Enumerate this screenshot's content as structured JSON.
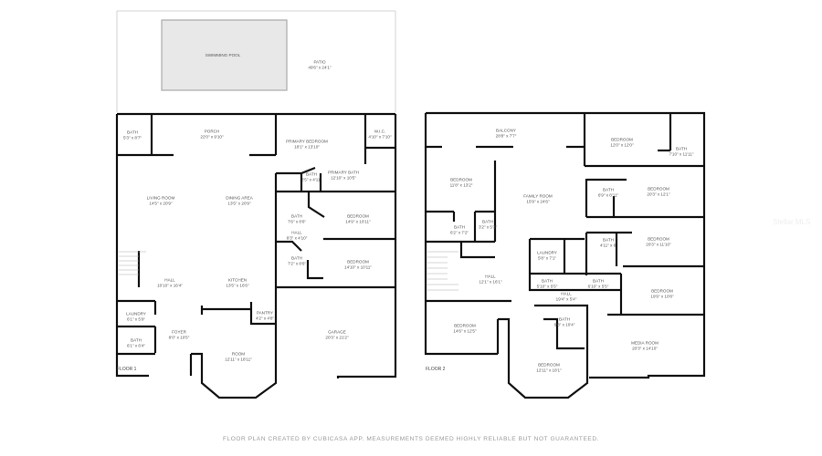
{
  "floor1": {
    "label": "FLOOR 1",
    "outdoor": [
      {
        "name": "SWIMMING POOL",
        "dim": ""
      },
      {
        "name": "PATIO",
        "dim": "49'6\" x 24'1\""
      }
    ],
    "rooms": [
      {
        "name": "BATH",
        "dim": "5'3\" x 8'7\""
      },
      {
        "name": "PORCH",
        "dim": "22'0\" x 9'10\""
      },
      {
        "name": "PRIMARY BEDROOM",
        "dim": "18'1\" x 13'10\""
      },
      {
        "name": "W.I.C.",
        "dim": "4'10\" x 7'10\""
      },
      {
        "name": "BATH",
        "dim": "2'5\" x 4'11\""
      },
      {
        "name": "PRIMARY BATH",
        "dim": "12'10\" x 10'5\""
      },
      {
        "name": "LIVING ROOM",
        "dim": "14'5\" x 20'9\""
      },
      {
        "name": "DINING AREA",
        "dim": "13'5\" x 20'9\""
      },
      {
        "name": "BATH",
        "dim": "7'6\" x 8'6\""
      },
      {
        "name": "BEDROOM",
        "dim": "14'9\" x 10'11\""
      },
      {
        "name": "HALL",
        "dim": "8'3\" x 4'10\""
      },
      {
        "name": "BATH",
        "dim": "7'2\" x 8'6\""
      },
      {
        "name": "BEDROOM",
        "dim": "14'10\" x 10'11\""
      },
      {
        "name": "HALL",
        "dim": "10'10\" x 16'4\""
      },
      {
        "name": "KITCHEN",
        "dim": "13'5\" x 16'6\""
      },
      {
        "name": "LAUNDRY",
        "dim": "6'1\" x 5'9\""
      },
      {
        "name": "PANTRY",
        "dim": "4'2\" x 4'8\""
      },
      {
        "name": "FOYER",
        "dim": "8'0\" x 10'5\""
      },
      {
        "name": "GARAGE",
        "dim": "20'3\" x 21'2\""
      },
      {
        "name": "BATH",
        "dim": "6'1\" x 6'4\""
      },
      {
        "name": "ROOM",
        "dim": "12'11\" x 18'11\""
      }
    ]
  },
  "floor2": {
    "label": "FLOOR 2",
    "rooms": [
      {
        "name": "BALCONY",
        "dim": "28'8\" x 7'7\""
      },
      {
        "name": "BEDROOM",
        "dim": "12'0\" x 12'0\""
      },
      {
        "name": "BATH",
        "dim": "7'10\" x 11'11\""
      },
      {
        "name": "BEDROOM",
        "dim": "11'8\" x 13'2\""
      },
      {
        "name": "FAMILY ROOM",
        "dim": "15'9\" x 24'6\""
      },
      {
        "name": "BATH",
        "dim": "6'9\" x 8'11\""
      },
      {
        "name": "BEDROOM",
        "dim": "20'3\" x 12'1\""
      },
      {
        "name": "BATH",
        "dim": "3'2\" x 5'3\""
      },
      {
        "name": "BATH",
        "dim": "6'2\" x 7'2\""
      },
      {
        "name": "LAUNDRY",
        "dim": "5'8\" x 7'1\""
      },
      {
        "name": "BATH",
        "dim": "4'11\" x 8'"
      },
      {
        "name": "BEDROOM",
        "dim": "20'3\" x 11'10\""
      },
      {
        "name": "HALL",
        "dim": "12'1\" x 16'1\""
      },
      {
        "name": "BATH",
        "dim": "5'10\" x 5'5\""
      },
      {
        "name": "BATH",
        "dim": "6'10\" x 5'5\""
      },
      {
        "name": "HALL",
        "dim": "19'4\" x 5'4\""
      },
      {
        "name": "BEDROOM",
        "dim": "19'9\" x 10'8\""
      },
      {
        "name": "BATH",
        "dim": "6'8\" x 10'4\""
      },
      {
        "name": "BEDROOM",
        "dim": "14'6\" x 12'5\""
      },
      {
        "name": "MEDIA ROOM",
        "dim": "20'3\" x 14'10\""
      },
      {
        "name": "BEDROOM",
        "dim": "12'11\" x 18'1\""
      }
    ]
  },
  "footer": "FLOOR PLAN CREATED BY CUBICASA APP. MEASUREMENTS DEEMED HIGHLY RELIABLE BUT NOT GUARANTEED.",
  "watermark": "Stellar MLS",
  "colors": {
    "wall": "#111111",
    "pool": "#e8e8e8",
    "label": "#555555",
    "footer": "#9a9a9a"
  }
}
